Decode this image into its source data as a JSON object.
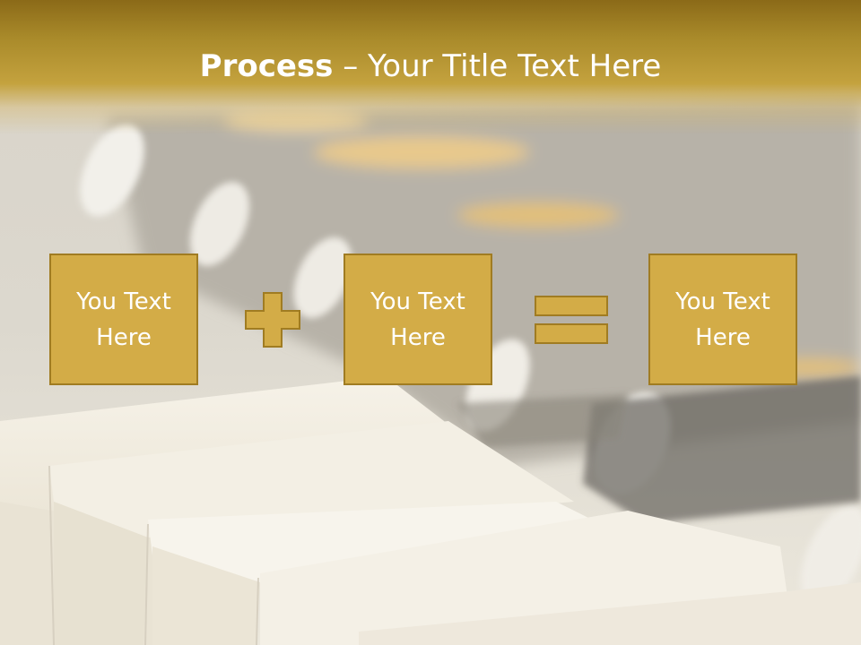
{
  "slide": {
    "title_bold": "Process",
    "title_dash": " – ",
    "title_rest": "Your Title Text Here",
    "boxes": [
      {
        "label": "You Text Here"
      },
      {
        "label": "You Text Here"
      },
      {
        "label": "You Text Here"
      }
    ],
    "operators": [
      "plus-icon",
      "equals-icon"
    ]
  },
  "colors": {
    "accent": "#d3ac47",
    "border": "#a07c22",
    "header_dark": "#8b6a18",
    "text": "#ffffff"
  }
}
